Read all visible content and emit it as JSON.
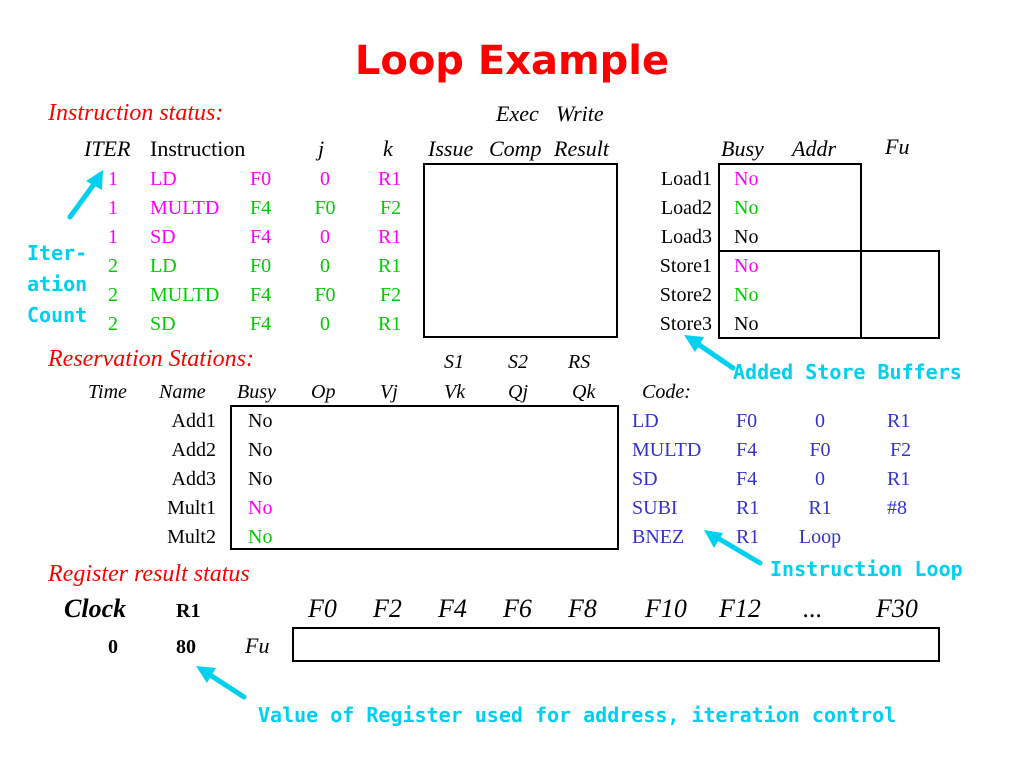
{
  "title": "Loop Example",
  "instruction_status": {
    "section_label": "Instruction status:",
    "header_exec": "Exec",
    "header_write": "Write",
    "columns": [
      "ITER",
      "Instruction",
      "j",
      "k",
      "Issue",
      "Comp",
      "Result"
    ],
    "rows": [
      {
        "iter": "1",
        "op": "LD",
        "dest": "F0",
        "j": "0",
        "k": "R1"
      },
      {
        "iter": "1",
        "op": "MULTD",
        "dest": "F4",
        "j": "F0",
        "k": "F2"
      },
      {
        "iter": "1",
        "op": "SD",
        "dest": "F4",
        "j": "0",
        "k": "R1"
      },
      {
        "iter": "2",
        "op": "LD",
        "dest": "F0",
        "j": "0",
        "k": "R1"
      },
      {
        "iter": "2",
        "op": "MULTD",
        "dest": "F4",
        "j": "F0",
        "k": "F2"
      },
      {
        "iter": "2",
        "op": "SD",
        "dest": "F4",
        "j": "0",
        "k": "R1"
      }
    ]
  },
  "buffers": {
    "columns": [
      "Busy",
      "Addr",
      "Fu"
    ],
    "rows": [
      {
        "name": "Load1",
        "busy": "No"
      },
      {
        "name": "Load2",
        "busy": "No"
      },
      {
        "name": "Load3",
        "busy": "No"
      },
      {
        "name": "Store1",
        "busy": "No"
      },
      {
        "name": "Store2",
        "busy": "No"
      },
      {
        "name": "Store3",
        "busy": "No"
      }
    ]
  },
  "reservation_stations": {
    "section_label": "Reservation Stations:",
    "top_headers": [
      "S1",
      "S2",
      "RS"
    ],
    "columns": [
      "Time",
      "Name",
      "Busy",
      "Op",
      "Vj",
      "Vk",
      "Qj",
      "Qk",
      "Code:"
    ],
    "rows": [
      {
        "name": "Add1",
        "busy": "No"
      },
      {
        "name": "Add2",
        "busy": "No"
      },
      {
        "name": "Add3",
        "busy": "No"
      },
      {
        "name": "Mult1",
        "busy": "No"
      },
      {
        "name": "Mult2",
        "busy": "No"
      }
    ]
  },
  "code": [
    [
      "LD",
      "F0",
      "0",
      "R1"
    ],
    [
      "MULTD",
      "F4",
      "F0",
      "F2"
    ],
    [
      "SD",
      "F4",
      "0",
      "R1"
    ],
    [
      "SUBI",
      "R1",
      "R1",
      "#8"
    ],
    [
      "BNEZ",
      "R1",
      "Loop",
      ""
    ]
  ],
  "register_status": {
    "section_label": "Register result status",
    "clock_label": "Clock",
    "r1_label": "R1",
    "registers": [
      "F0",
      "F2",
      "F4",
      "F6",
      "F8",
      "F10",
      "F12",
      "...",
      "F30"
    ],
    "clock_value": "0",
    "r1_value": "80",
    "fu_label": "Fu"
  },
  "annotations": {
    "iteration_count": [
      "Iter-",
      "ation",
      "Count"
    ],
    "added_store_buffers": "Added Store Buffers",
    "instruction_loop": "Instruction Loop",
    "register_value_note": "Value of Register used for address, iteration control"
  },
  "colors": {
    "title": "#ff0000",
    "section_label": "#ff0000",
    "busy_magenta": "#ff00ff",
    "busy_green": "#00cc00",
    "code_blue": "#3333cc",
    "annotation_cyan": "#00d0f0"
  }
}
